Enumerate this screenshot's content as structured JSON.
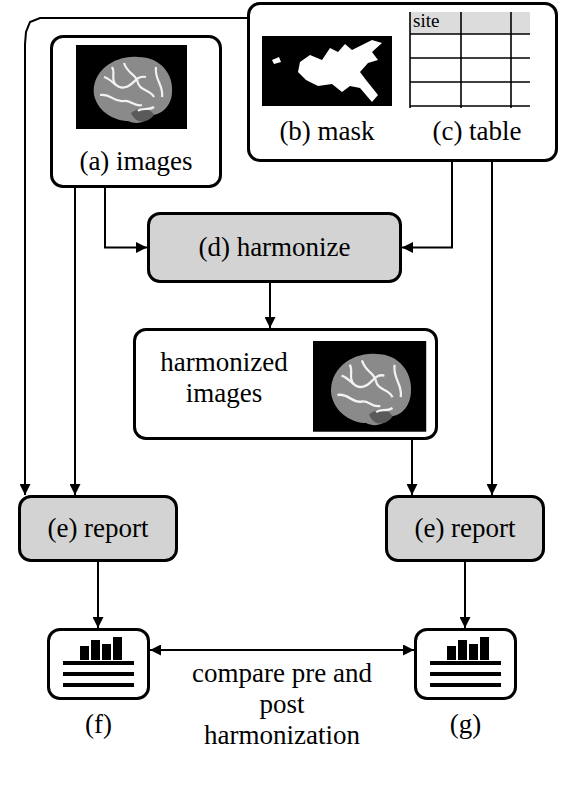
{
  "diagram": {
    "nodes": [
      {
        "text": [
          "(a) images"
        ]
      },
      {
        "text": [
          "(b) mask",
          "(c) table"
        ]
      },
      {
        "text": [
          "(d) harmonize"
        ]
      },
      {
        "text": [
          "harmonized images"
        ]
      },
      {
        "text": [
          "(e) report"
        ]
      },
      {
        "text": [
          "(e) report"
        ]
      },
      {
        "text": [
          "(f)"
        ]
      },
      {
        "text": [
          "(g)"
        ]
      }
    ],
    "edges": [
      {
        "from": 0,
        "to": 2,
        "arrow": "to"
      },
      {
        "from": 1,
        "to": 2,
        "arrow": "to"
      },
      {
        "from": 1,
        "to": 4,
        "arrow": "to"
      },
      {
        "from": 0,
        "to": 4,
        "arrow": "to"
      },
      {
        "from": 2,
        "to": 3,
        "arrow": "to"
      },
      {
        "from": 3,
        "to": 5,
        "arrow": "to"
      },
      {
        "from": 1,
        "to": 5,
        "arrow": "to"
      },
      {
        "from": 4,
        "to": 6,
        "arrow": "to"
      },
      {
        "from": 5,
        "to": 7,
        "arrow": "to"
      },
      {
        "from": 6,
        "to": 7,
        "label": "compare pre and post harmonization",
        "arrow": "both"
      }
    ],
    "labels": [
      "site"
    ]
  }
}
